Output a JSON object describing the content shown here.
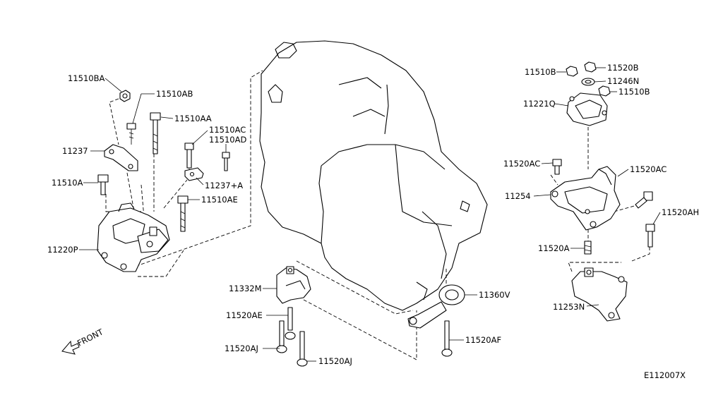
{
  "diagram": {
    "code": "E112007X",
    "front_label": "FRONT",
    "labels": {
      "p11510BA": "11510BA",
      "p11510AB": "11510AB",
      "p11510AA": "11510AA",
      "p11510AC": "11510AC",
      "p11510AD": "11510AD",
      "p11237": "11237",
      "p11237A": "11237+A",
      "p11510A": "11510A",
      "p11510AE": "11510AE",
      "p11220P": "11220P",
      "p11332M": "11332M",
      "p11520AE": "11520AE",
      "p11520AJ_1": "11520AJ",
      "p11520AJ_2": "11520AJ",
      "p11360V": "11360V",
      "p11520AF": "11520AF",
      "p11510B_1": "11510B",
      "p11520B": "11520B",
      "p11246N": "11246N",
      "p11510B_2": "11510B",
      "p11221Q": "11221Q",
      "p11520AC_1": "11520AC",
      "p11520AC_2": "11520AC",
      "p11254": "11254",
      "p11520AH": "11520AH",
      "p11520A": "11520A",
      "p11253N": "11253N"
    }
  }
}
